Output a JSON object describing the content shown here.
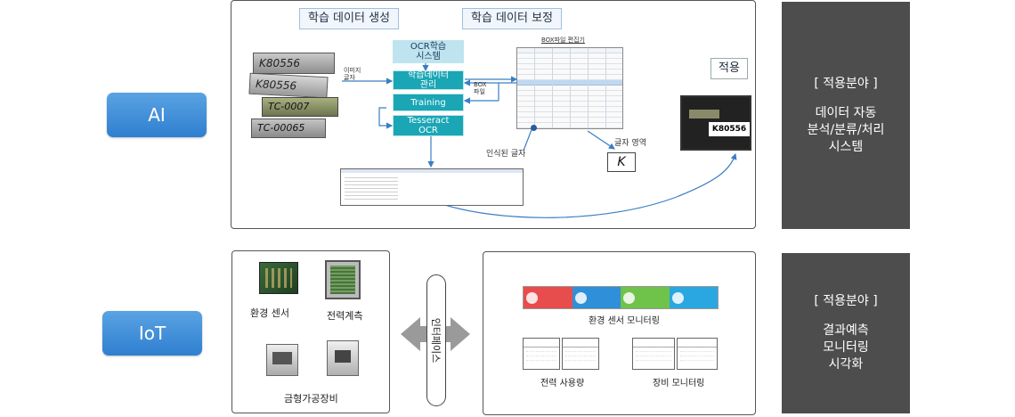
{
  "ai": {
    "badge": "AI",
    "section1": "학습 데이터 생성",
    "section2": "학습 데이터 보정",
    "ocr_system": "OCR학습\n시스템",
    "data_mgmt": "학습데이터\n관리",
    "training": "Training",
    "tesseract": "Tesseract\nOCR",
    "image_char": "이미지\n글자",
    "box_file": "BOX\n파일",
    "box_editor": "BOX파일 편집기",
    "recognized": "인식된 글자",
    "char_region": "글자 영역",
    "k_char": "K",
    "apply": "적용",
    "plate_text": "K80556",
    "plates": [
      "K80556",
      "K80556",
      "TC-0007",
      "TC-00065"
    ]
  },
  "ai_field": {
    "title": "[ 적용분야 ]",
    "lines": [
      "데이터 자동",
      "분석/분류/처리",
      "시스템"
    ]
  },
  "iot": {
    "badge": "IoT",
    "env_sensor": "환경 센서",
    "power_meter": "전력계측",
    "mold_equipment": "금형가공장비",
    "interface": "인터페이스",
    "env_monitoring": "환경 센서 모니터링",
    "power_usage": "전력 사용량",
    "equip_monitoring": "장비 모니터링"
  },
  "iot_field": {
    "title": "[ 적용분야 ]",
    "lines": [
      "결과예측",
      "모니터링",
      "시각화"
    ]
  },
  "colors": {
    "badge": "#3d8ad8",
    "dark_panel": "#4d4d4d",
    "teal": "#1aa6b5",
    "sensor_red": "#e84d4d",
    "sensor_blue": "#2f8fd8",
    "sensor_green": "#6fc24a",
    "sensor_cyan": "#2aa7e0"
  }
}
